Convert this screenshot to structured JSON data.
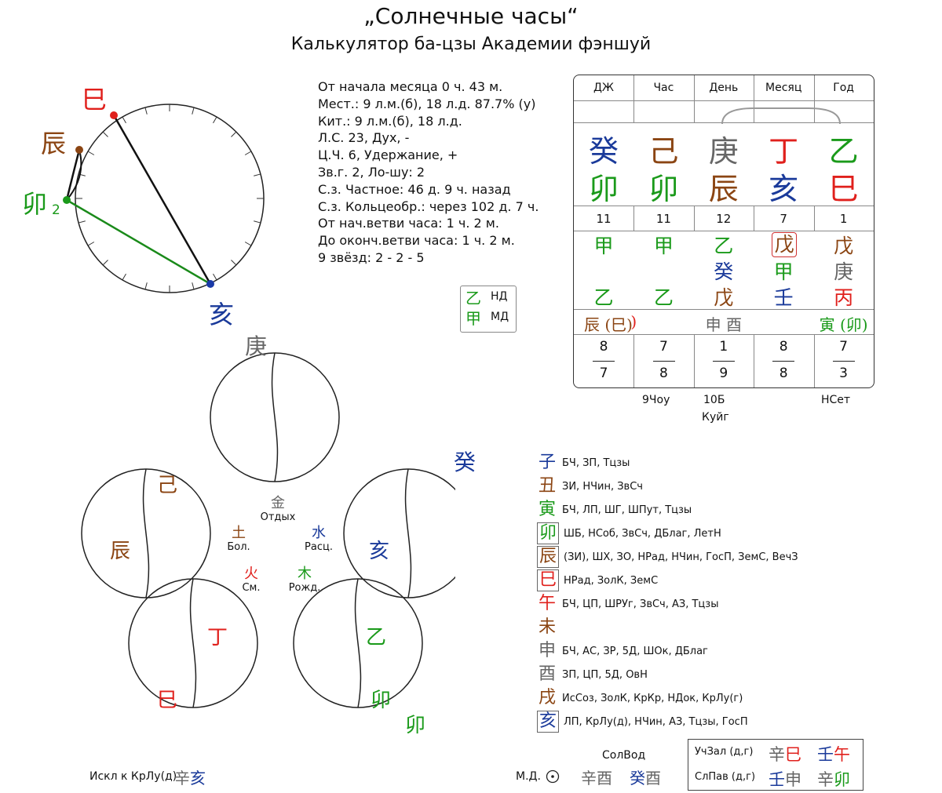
{
  "title": "„Солнечные часы“",
  "subtitle": "Калькулятор ба-цзы Академии фэншуй",
  "info_lines": [
    "От начала месяца 0 ч. 43 м.",
    "Мест.: 9 л.м.(б), 18 л.д. 87.7% (у)",
    "Кит.:  9 л.м.(б), 18 л.д.",
    "Л.С. 23,  Дух, -",
    "Ц.Ч. 6,  Удержание, +",
    "Зв.г. 2,  Ло-шу: 2",
    "С.з. Частное: 46 д. 9 ч. назад",
    "С.з. Кольцеобр.: через 102 д. 7 ч.",
    "От нач.ветви часа: 1 ч. 2 м.",
    "До оконч.ветви часа: 1 ч. 2 м.",
    "9 звёзд: 2 - 2 - 5"
  ],
  "clock": {
    "labels": [
      {
        "char": "巳",
        "color": "#e0201c"
      },
      {
        "char": "辰",
        "color": "#8b4513"
      },
      {
        "char": "卯",
        "color": "#1a9a1a"
      },
      {
        "char": "亥",
        "color": "#1a3a9a"
      }
    ],
    "sub_index": "2",
    "dot_colors": [
      "#e0201c",
      "#8b4513",
      "#1a9a1a",
      "#1a3aa8"
    ]
  },
  "legend": [
    {
      "char": "乙",
      "label": "НД",
      "color": "#1a9a1a"
    },
    {
      "char": "甲",
      "label": "МД",
      "color": "#1a9a1a"
    }
  ],
  "table": {
    "headers": [
      "ДЖ",
      "Час",
      "День",
      "Месяц",
      "Год"
    ],
    "stems": [
      {
        "char": "癸",
        "color": "#1a3a9a"
      },
      {
        "char": "己",
        "color": "#8b4513"
      },
      {
        "char": "庚",
        "color": "#666666"
      },
      {
        "char": "丁",
        "color": "#e0201c"
      },
      {
        "char": "乙",
        "color": "#1a9a1a"
      }
    ],
    "branches": [
      {
        "char": "卯",
        "color": "#1a9a1a"
      },
      {
        "char": "卯",
        "color": "#1a9a1a"
      },
      {
        "char": "辰",
        "color": "#8b4513"
      },
      {
        "char": "亥",
        "color": "#1a3a9a"
      },
      {
        "char": "巳",
        "color": "#e0201c"
      }
    ],
    "numbers": [
      "11",
      "11",
      "12",
      "7",
      "1"
    ],
    "hidden": [
      [
        {
          "char": "甲",
          "color": "#1a9a1a"
        },
        {
          "char": "",
          "color": "#1a9a1a"
        },
        {
          "char": "乙",
          "color": "#1a9a1a"
        }
      ],
      [
        {
          "char": "甲",
          "color": "#1a9a1a"
        },
        {
          "char": "",
          "color": "#1a9a1a"
        },
        {
          "char": "乙",
          "color": "#1a9a1a"
        }
      ],
      [
        {
          "char": "乙",
          "color": "#1a9a1a"
        },
        {
          "char": "癸",
          "color": "#1a3a9a"
        },
        {
          "char": "戊",
          "color": "#8b4513"
        }
      ],
      [
        {
          "char": "戊",
          "color": "#8b4513"
        },
        {
          "char": "甲",
          "color": "#1a9a1a"
        },
        {
          "char": "壬",
          "color": "#1a3a9a"
        }
      ],
      [
        {
          "char": "戊",
          "color": "#8b4513"
        },
        {
          "char": "庚",
          "color": "#666666"
        },
        {
          "char": "丙",
          "color": "#e0201c"
        }
      ]
    ],
    "relations": [
      {
        "text": "辰 (巳)",
        "color": "#8b4513"
      },
      {
        "text": ")",
        "color": "#e0201c"
      },
      {
        "text": "申 酉",
        "color": "#666666"
      },
      {
        "text": "",
        "color": "#333333"
      },
      {
        "text": "寅 (卯)",
        "color": "#1a9a1a"
      }
    ],
    "frac_top": [
      "8",
      "7",
      "1",
      "8",
      "7"
    ],
    "frac_bottom": [
      "7",
      "8",
      "9",
      "8",
      "3"
    ]
  },
  "below_table": [
    "9Чоу",
    "10Б",
    "Куйг",
    "НСет"
  ],
  "pentagon": {
    "top_label": {
      "char": "庚",
      "color": "#666666"
    },
    "top_right_label": {
      "char": "癸",
      "color": "#1a3a9a"
    },
    "circles": [
      {
        "a": "己",
        "a_color": "#8b4513",
        "b": "辰",
        "b_color": "#8b4513"
      },
      {
        "a": "",
        "a_color": "#1a3a9a",
        "b": "亥",
        "b_color": "#1a3a9a"
      },
      {
        "a": "丁",
        "a_color": "#e0201c",
        "b": "巳",
        "b_color": "#e0201c"
      },
      {
        "a": "乙",
        "a_color": "#1a9a1a",
        "b": "卯",
        "b_color": "#1a9a1a"
      }
    ],
    "extra_label": {
      "char": "卯",
      "color": "#1a9a1a"
    },
    "elements": [
      {
        "char": "金",
        "label": "Отдых",
        "color": "#666666"
      },
      {
        "char": "土",
        "label": "Бол.",
        "color": "#8b4513"
      },
      {
        "char": "水",
        "label": "Расц.",
        "color": "#1a3a9a"
      },
      {
        "char": "火",
        "label": "См.",
        "color": "#e0201c"
      },
      {
        "char": "木",
        "label": "Рожд.",
        "color": "#1a9a1a"
      }
    ]
  },
  "branches_list": [
    {
      "char": "子",
      "color": "#1a3a9a",
      "boxed": false,
      "text": "БЧ, ЗП, Тцзы"
    },
    {
      "char": "丑",
      "color": "#8b4513",
      "boxed": false,
      "text": "ЗИ, НЧин, ЗвСч"
    },
    {
      "char": "寅",
      "color": "#1a9a1a",
      "boxed": false,
      "text": "БЧ, ЛП, ШГ, ШПут, Тцзы"
    },
    {
      "char": "卯",
      "color": "#1a9a1a",
      "boxed": true,
      "text": "ШБ, НСоб, ЗвСч, ДБлаг, ЛетН"
    },
    {
      "char": "辰",
      "color": "#8b4513",
      "boxed": true,
      "text": "(ЗИ), ШХ, ЗО, НРад, НЧин, ГосП, ЗемС, ВечЗ"
    },
    {
      "char": "巳",
      "color": "#e0201c",
      "boxed": true,
      "text": "НРад, ЗолК, ЗемС"
    },
    {
      "char": "午",
      "color": "#e0201c",
      "boxed": false,
      "text": "БЧ, ЦП, ШРУг, ЗвСч, АЗ, Тцзы"
    },
    {
      "char": "未",
      "color": "#8b4513",
      "boxed": false,
      "text": ""
    },
    {
      "char": "申",
      "color": "#666666",
      "boxed": false,
      "text": "БЧ, АС, ЗР, 5Д, ШОк, ДБлаг"
    },
    {
      "char": "酉",
      "color": "#666666",
      "boxed": false,
      "text": "ЗП, ЦП, 5Д, ОвН"
    },
    {
      "char": "戌",
      "color": "#8b4513",
      "boxed": false,
      "text": "ИсСоз, ЗолК, КрКр, НДок, КрЛу(г)"
    },
    {
      "char": "亥",
      "color": "#1a3a9a",
      "boxed": true,
      "text": "ЛП, КрЛу(д), НЧин, АЗ, Тцзы, ГосП"
    }
  ],
  "bottom": {
    "iskl_label": "Искл к КрЛу(д)",
    "iskl_chars": [
      {
        "char": "辛",
        "color": "#666666"
      },
      {
        "char": "亥",
        "color": "#1a3a9a"
      }
    ],
    "md_label": "М.Д.",
    "solvod_label": "СолВод",
    "solvod_pairs": [
      [
        {
          "char": "辛",
          "color": "#666666"
        },
        {
          "char": "酉",
          "color": "#666666"
        }
      ],
      [
        {
          "char": "癸",
          "color": "#1a3a9a"
        },
        {
          "char": "酉",
          "color": "#666666"
        }
      ]
    ],
    "corner": [
      {
        "label": "УчЗал (д,г)",
        "pairs": [
          [
            {
              "char": "辛",
              "color": "#666666"
            },
            {
              "char": "巳",
              "color": "#e0201c"
            }
          ],
          [
            {
              "char": "壬",
              "color": "#1a3a9a"
            },
            {
              "char": "午",
              "color": "#e0201c"
            }
          ]
        ]
      },
      {
        "label": "СлПав (д,г)",
        "pairs": [
          [
            {
              "char": "壬",
              "color": "#1a3a9a"
            },
            {
              "char": "申",
              "color": "#666666"
            }
          ],
          [
            {
              "char": "辛",
              "color": "#666666"
            },
            {
              "char": "卯",
              "color": "#1a9a1a"
            }
          ]
        ]
      }
    ]
  }
}
